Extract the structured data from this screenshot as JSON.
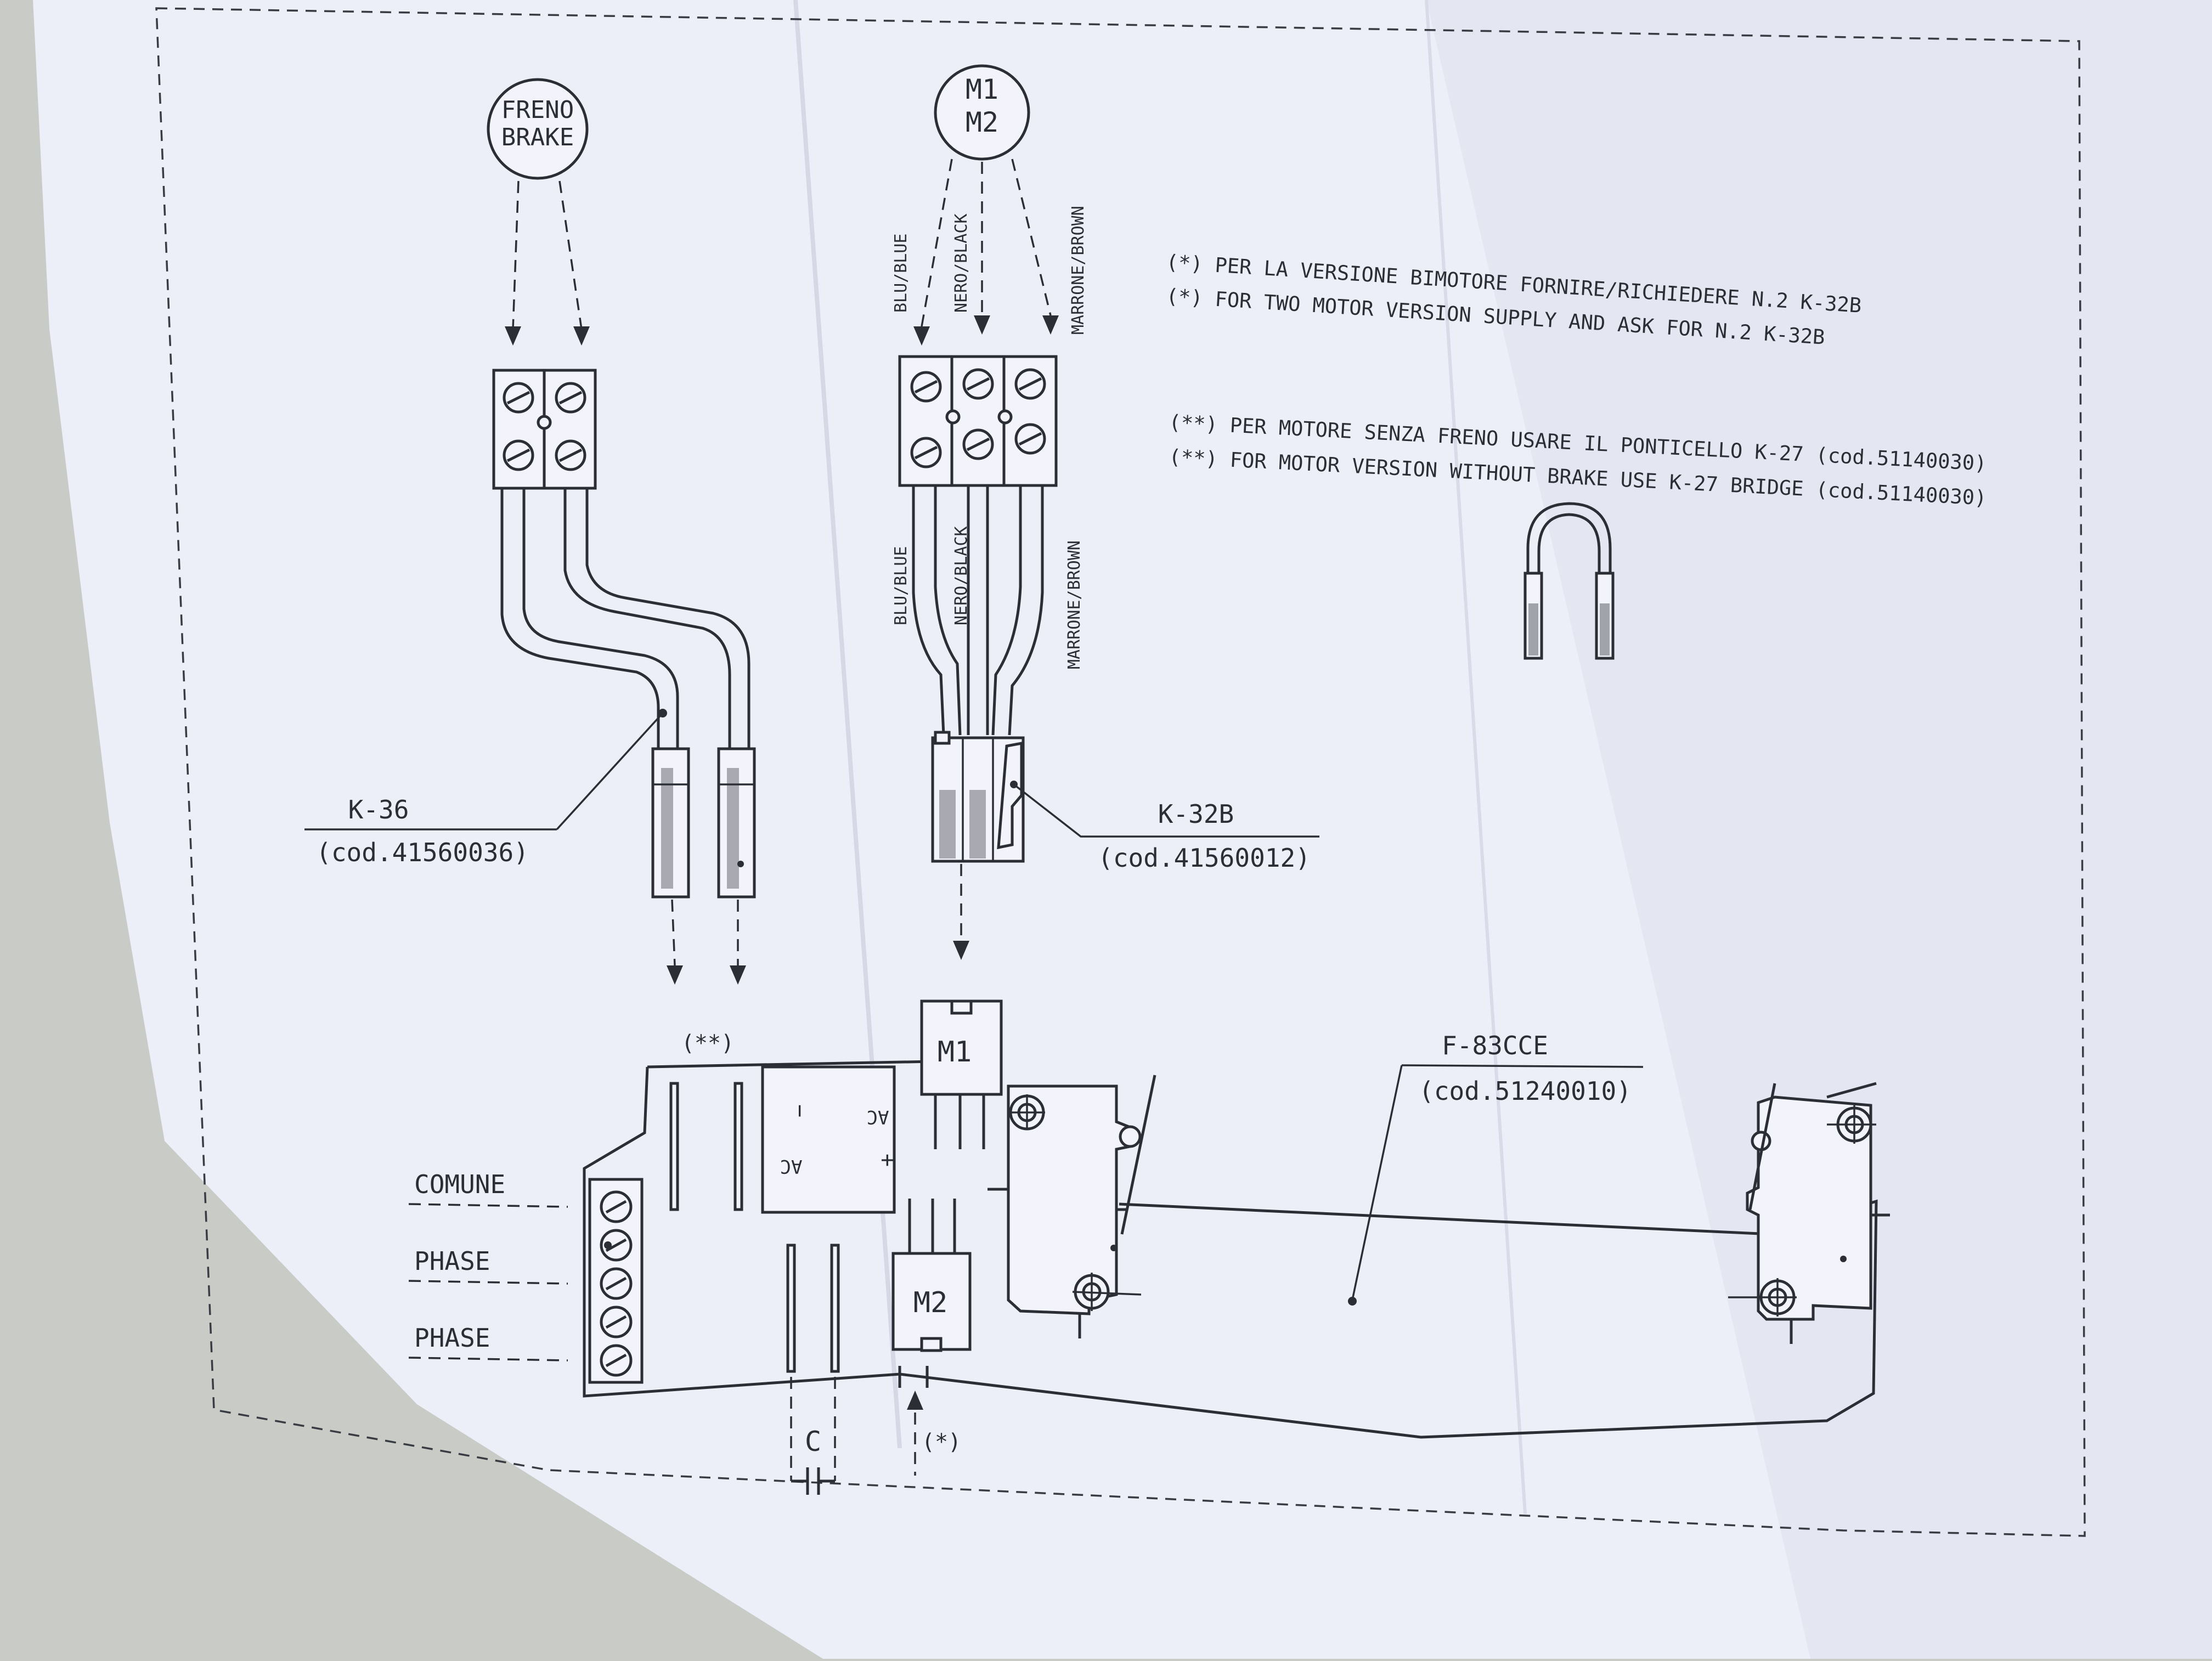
{
  "colors": {
    "paper": "#eceef8",
    "ink": "#2c2e36",
    "background": "#c9cbc6"
  },
  "brake": {
    "line1": "FRENO",
    "line2": "BRAKE"
  },
  "motor": {
    "line1": "M1",
    "line2": "M2"
  },
  "wires": {
    "blue": "BLU/BLUE",
    "black": "NERO/BLACK",
    "brown": "MARRONE/BROWN"
  },
  "notes": {
    "note1_it": "(*)  PER LA VERSIONE BIMOTORE FORNIRE/RICHIEDERE N.2 K-32B",
    "note1_en": "(*)  FOR TWO MOTOR VERSION SUPPLY AND ASK FOR N.2 K-32B",
    "note2_it": "(**)  PER MOTORE SENZA FRENO USARE IL PONTICELLO K-27 (cod.51140030)",
    "note2_en": "(**)  FOR MOTOR VERSION WITHOUT BRAKE USE K-27 BRIDGE (cod.51140030)"
  },
  "parts": {
    "k36_name": "K-36",
    "k36_code": "(cod.41560036)",
    "k32b_name": "K-32B",
    "k32b_code": "(cod.41560012)",
    "f83_name": "F-83CCE",
    "f83_code": "(cod.51240010)"
  },
  "board": {
    "comune": "COMUNE",
    "phase1": "PHASE",
    "phase2": "PHASE",
    "m1": "M1",
    "m2": "M2",
    "c": "C",
    "double_star": "(**)",
    "single_star": "(*)",
    "rectifier_minus": "−",
    "rectifier_ac1": "AC",
    "rectifier_ac2": "AC",
    "rectifier_plus": "+"
  }
}
